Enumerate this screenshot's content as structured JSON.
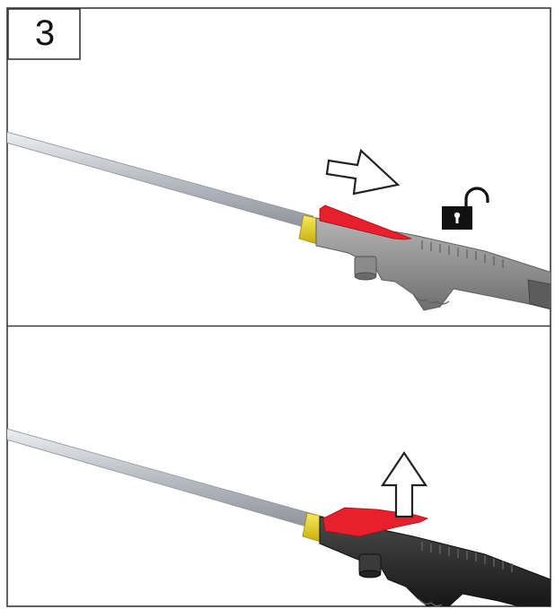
{
  "step": {
    "number": "3"
  },
  "panels": [
    {
      "id": "top",
      "arrow": "right-arrow-icon",
      "icon": "unlocked-padlock-icon",
      "lever": "raised"
    },
    {
      "id": "bottom",
      "arrow": "up-arrow-icon",
      "lever": "lifted"
    }
  ],
  "colors": {
    "border": "#3a3a3a",
    "rod": "#c8ccd2",
    "collar": "#e8d21a",
    "lever": "#e8202e",
    "handle_top": "#8f8f8f",
    "handle_bottom": "#2f2f2f",
    "icon": "#111111"
  }
}
